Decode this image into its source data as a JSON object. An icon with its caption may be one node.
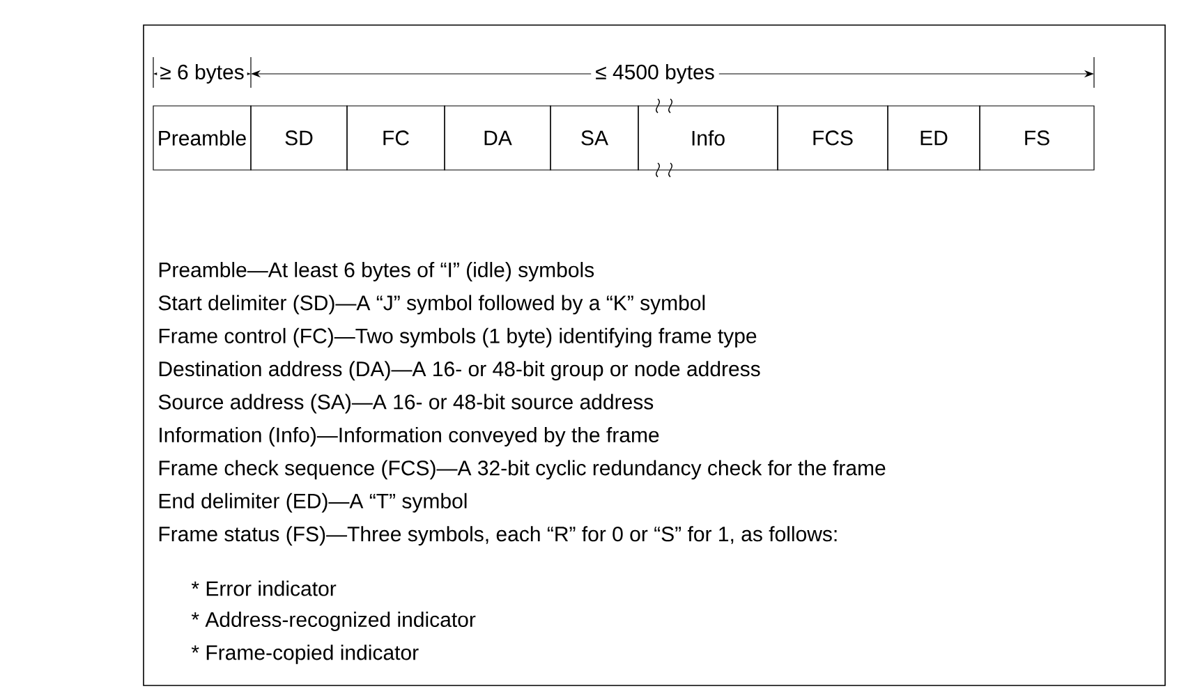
{
  "diagram": {
    "nodes": [
      {
        "text": [
          "Preamble"
        ]
      },
      {
        "text": [
          "SD"
        ]
      },
      {
        "text": [
          "FC"
        ]
      },
      {
        "text": [
          "DA"
        ]
      },
      {
        "text": [
          "SA"
        ]
      },
      {
        "text": [
          "Info"
        ]
      },
      {
        "text": [
          "FCS"
        ]
      },
      {
        "text": [
          "ED"
        ]
      },
      {
        "text": [
          "FS"
        ]
      }
    ],
    "edges": [],
    "labels": [
      "≥ 6 bytes",
      "≤ 4500 bytes",
      "Preamble—At least 6 bytes of “I” (idle) symbols",
      "Start delimiter (SD)—A “J” symbol followed by a “K” symbol",
      "Frame control (FC)—Two symbols (1 byte) identifying frame type",
      "Destination address (DA)—A 16- or 48-bit group or node address",
      "Source address (SA)—A 16- or 48-bit source address",
      "Information (Info)—Information conveyed by the frame",
      "Frame check sequence (FCS)—A 32-bit cyclic redundancy check for the frame",
      "End delimiter (ED)—A “T” symbol",
      "Frame status (FS)—Three symbols, each “R” for 0 or “S” for 1, as follows:",
      "* Error indicator",
      "* Address-recognized indicator",
      "* Frame-copied indicator"
    ]
  }
}
